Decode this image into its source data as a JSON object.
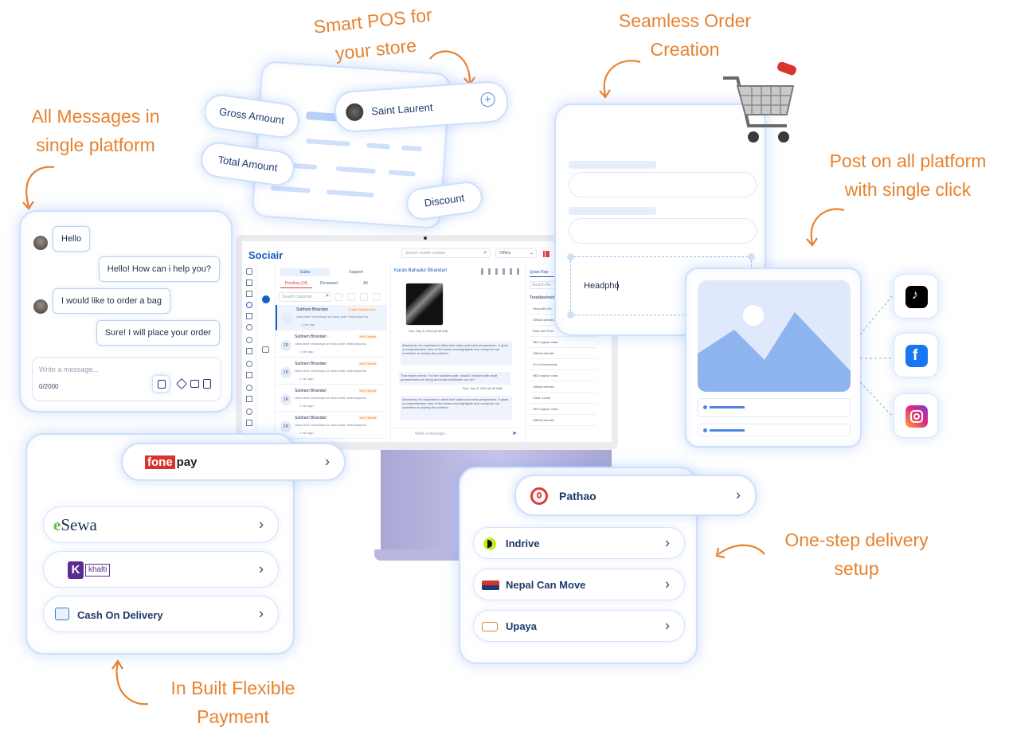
{
  "captions": {
    "pos": "Smart POS for your store",
    "order": "Seamless Order Creation",
    "messages": "All Messages in single platform",
    "post": "Post on all platform with single click",
    "delivery": "One-step delivery setup",
    "payment": "In Built Flexible Payment"
  },
  "pos_card": {
    "gross_amount": "Gross Amount",
    "total_amount": "Total Amount",
    "saint_laurent": "Saint Laurent",
    "discount": "Discount"
  },
  "order_card": {
    "input_value": "Headpho"
  },
  "chat": {
    "messages": [
      {
        "side": "left",
        "text": "Hello"
      },
      {
        "side": "right",
        "text": "Hello! How can i help you?"
      },
      {
        "side": "left",
        "text": "I would like to order a bag"
      },
      {
        "side": "right",
        "text": "Sure! I will place your order"
      }
    ],
    "placeholder": "Write a message...",
    "counter": "0/2000"
  },
  "payment": {
    "fonepay": {
      "fone": "fone",
      "pay": "pay"
    },
    "esewa": {
      "e": "e",
      "sewa": "Sewa"
    },
    "khalti": {
      "k": "K",
      "name": "khalti"
    },
    "cod": "Cash On Delivery"
  },
  "delivery": {
    "pathao": "Pathao",
    "indrive": "Indrive",
    "nepal_can_move": "Nepal Can Move",
    "upaya": "Upaya"
  },
  "app": {
    "logo": "Sociair",
    "search_placeholder": "Search mobile number",
    "status": "Offline",
    "tabs": [
      "Sales",
      "Support"
    ],
    "subtabs": [
      "Pending (14)",
      "Reviewed",
      "All"
    ],
    "search_customer": "Search customer",
    "customers": [
      {
        "initials": "",
        "name": "Subham Bhandari",
        "tag": "Create Details here",
        "msg": "class start: bhandaiya on class start: bhandaiya kio",
        "time": "1 min ago"
      },
      {
        "initials": "2R",
        "name": "Subham Bhandari",
        "tag": "Not Clicked",
        "msg": "class start: bhandaiya on class start: bhandaiya kio",
        "time": "1 min ago"
      },
      {
        "initials": "2R",
        "name": "Subham Bhandari",
        "tag": "Not Clicked",
        "msg": "class start: bhandaiya on class start: bhandaiya kio",
        "time": "1 min ago"
      },
      {
        "initials": "2R",
        "name": "Subham Bhandari",
        "tag": "Not Clicked",
        "msg": "class start: bhandaiya on class start: bhandaiya kio",
        "time": "1 min ago"
      },
      {
        "initials": "2R",
        "name": "Subham Bhandari",
        "tag": "Not Clicked",
        "msg": "class start: bhandaiya on class start: bhandaiya kio",
        "time": "1 min ago"
      }
    ],
    "chat_name": "Karan Bahadur Bhandari",
    "chat_time": "Sun, Sep 8, 2024 (8:46 AM)",
    "chat_msg1": "Absolutely. It's important to allow both sides and mark perspectives. It gives a comprehensive view of the issues and highlights how everyone can contribute to solving the problem.",
    "chat_msg2": "That makes sense. For the solutions part, should I include both what governments are doing and what individuals can do?",
    "chat_time2": "Sun, Sep 8, 2024 (8:46 AM)",
    "chat_msg3": "Absolutely. It's important to allow both sides and mark perspectives. It gives a comprehensive view of the issues and highlights how everyone can contribute to solving the problem.",
    "write_message": "Write a message...",
    "quick_reply": "Quick Rep",
    "quick_search": "Search Re",
    "troubleshoot": "Troubleshoot",
    "qr_items": [
      "Recorded Rin",
      "Official website",
      "Date and Time",
      "NEA regular class",
      "Official website",
      "Go to Downloads",
      "NEA regular class",
      "Official website",
      "Clear Cache",
      "NEA regular class",
      "Official website"
    ]
  },
  "colors": {
    "accent": "#e8822e",
    "brand": "#1a5bbf",
    "card_border": "#cfe0fb",
    "monitor_stand": "#b9b7e0"
  }
}
